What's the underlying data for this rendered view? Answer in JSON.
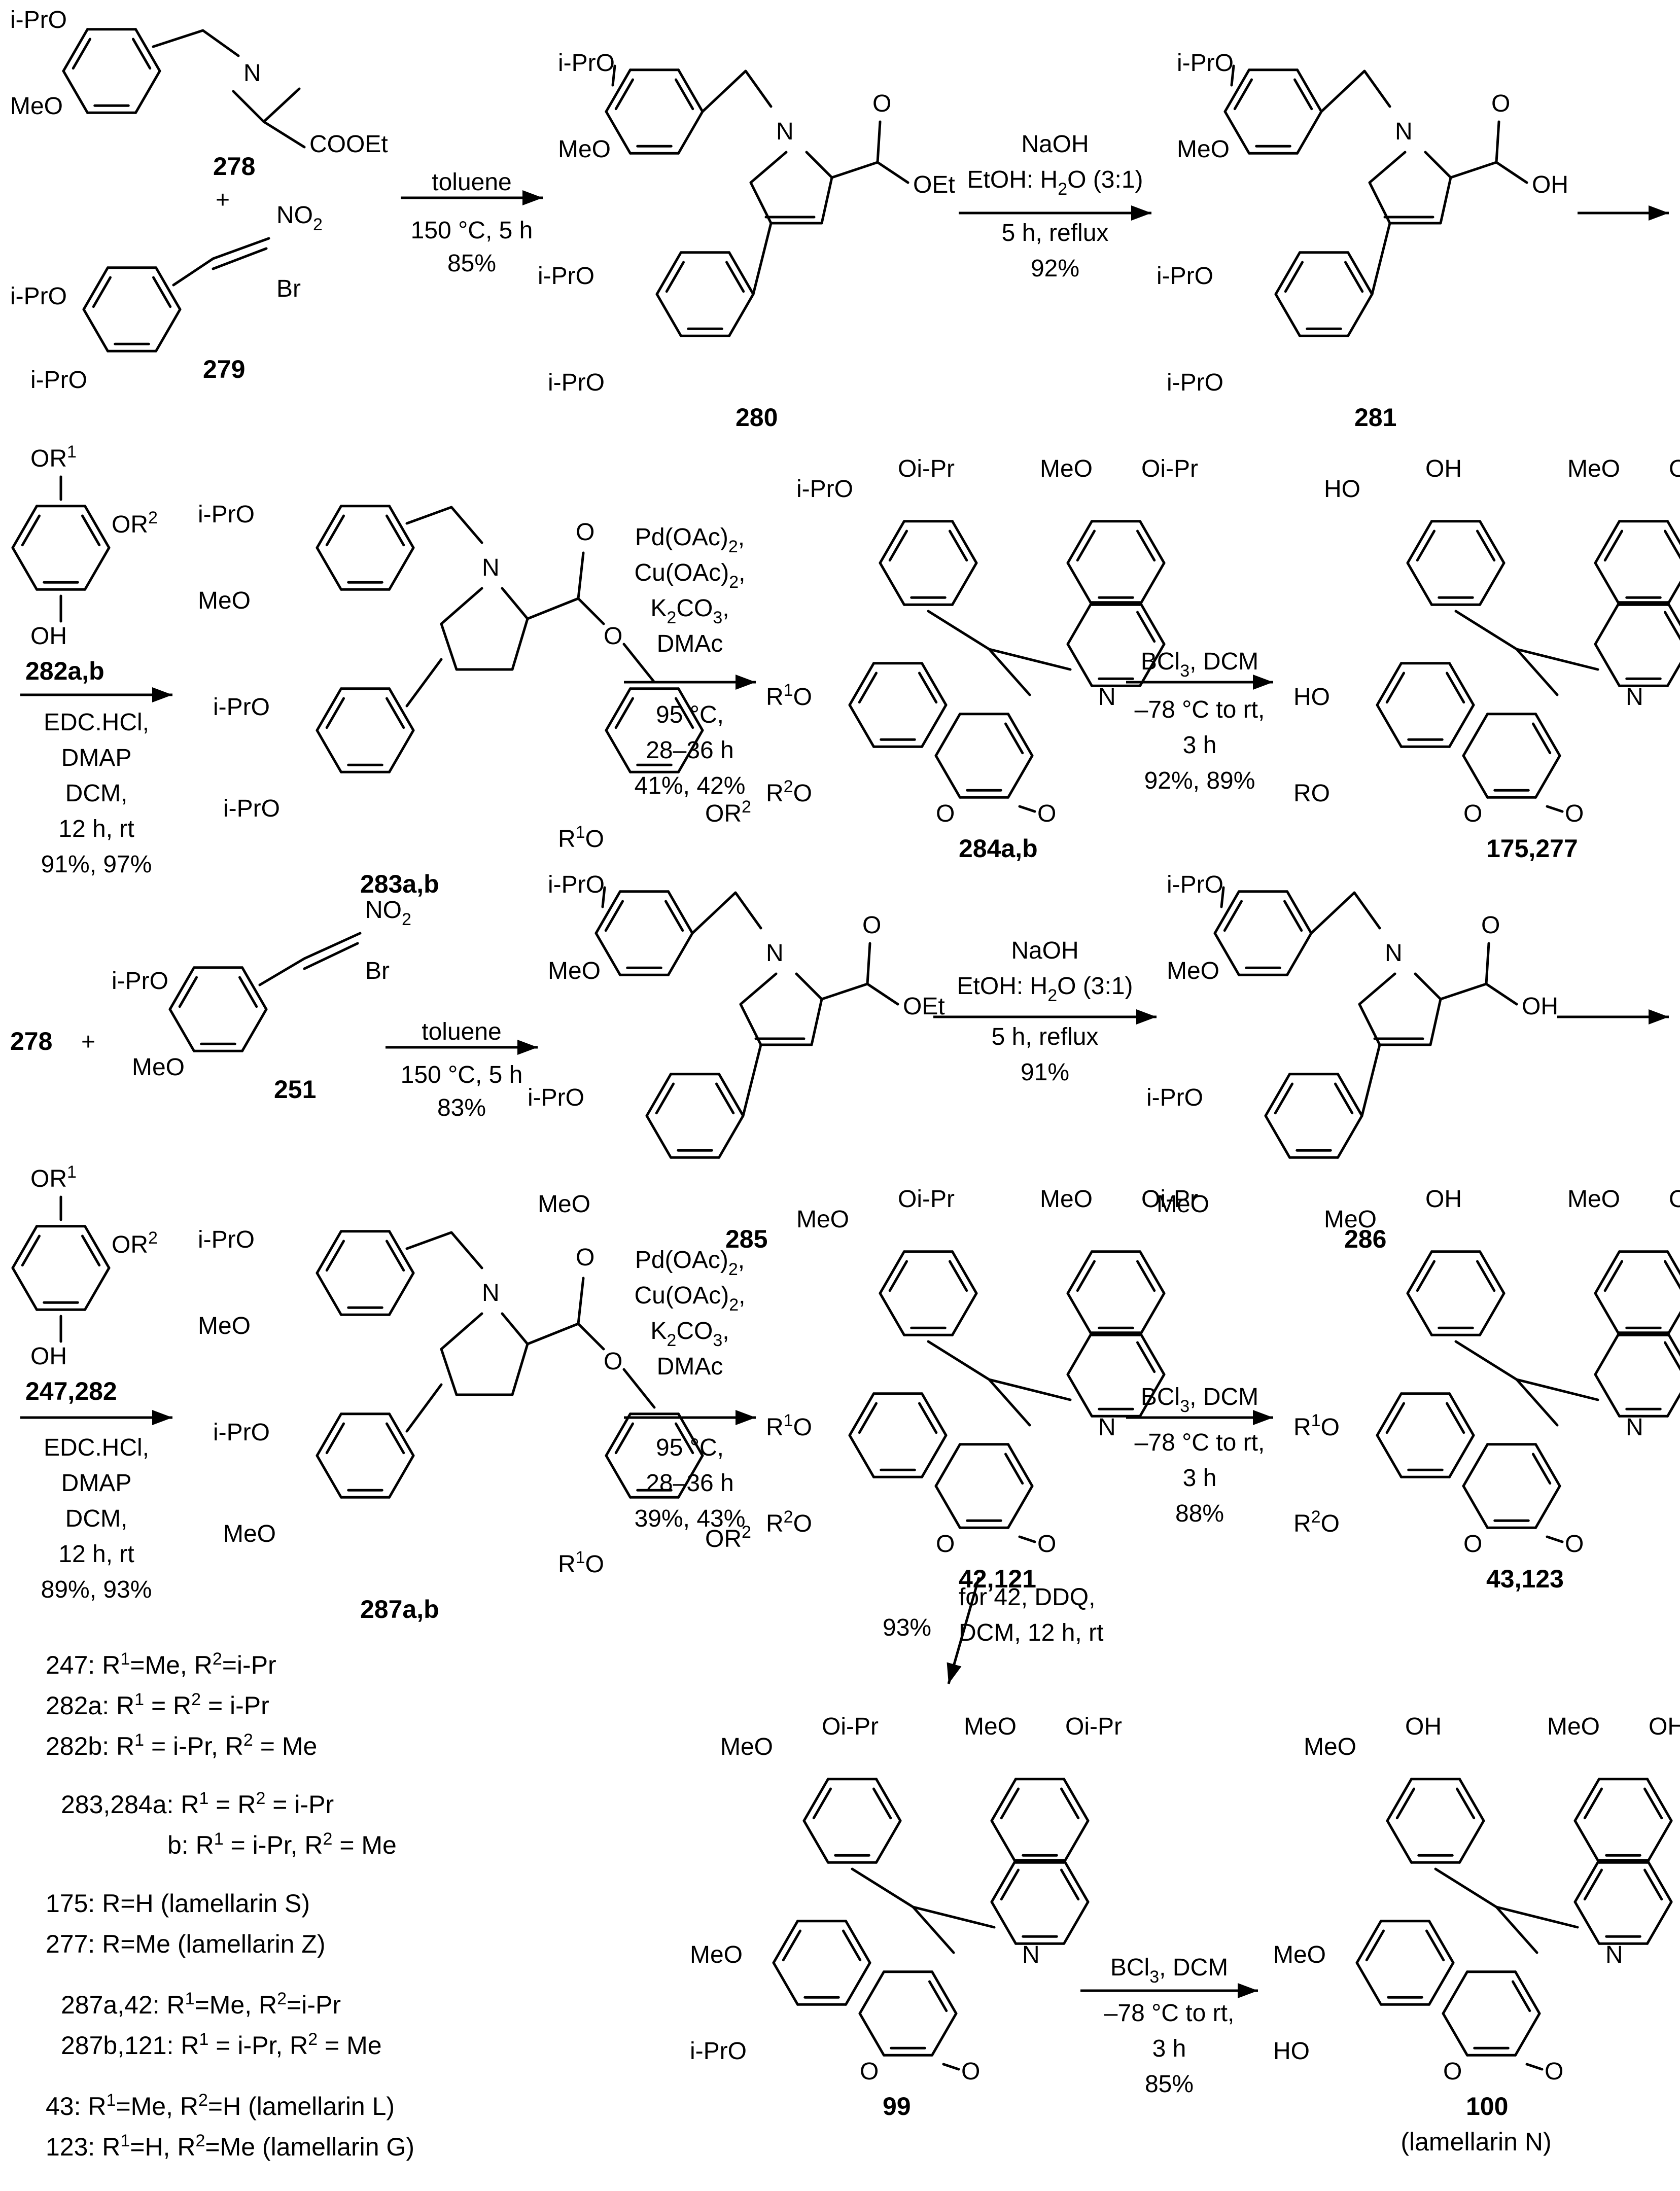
{
  "compounds": {
    "c278": {
      "num": "278",
      "groups": [
        "i-PrO",
        "MeO",
        "N",
        "COOEt"
      ]
    },
    "c279": {
      "num": "279",
      "groups": [
        "NO2",
        "Br",
        "i-PrO",
        "i-PrO"
      ]
    },
    "c280": {
      "num": "280",
      "groups": [
        "i-PrO",
        "MeO",
        "N",
        "OEt",
        "O",
        "i-PrO",
        "i-PrO"
      ]
    },
    "c281": {
      "num": "281",
      "groups": [
        "i-PrO",
        "MeO",
        "N",
        "OH",
        "O",
        "i-PrO",
        "i-PrO"
      ]
    },
    "c282": {
      "num": "282a,b",
      "groups": [
        "OR1",
        "OR2",
        "OH"
      ]
    },
    "c283": {
      "num": "283a,b",
      "groups": [
        "i-PrO",
        "MeO",
        "N",
        "O",
        "O",
        "i-PrO",
        "i-PrO",
        "R1O",
        "OR2"
      ]
    },
    "c284": {
      "num": "284a,b",
      "groups": [
        "i-PrO",
        "Oi-Pr",
        "MeO",
        "Oi-Pr",
        "N",
        "R1O",
        "R2O",
        "O",
        "O"
      ]
    },
    "c175": {
      "num": "175,277",
      "groups": [
        "HO",
        "OH",
        "MeO",
        "OH",
        "N",
        "HO",
        "RO",
        "O",
        "O"
      ]
    },
    "c251": {
      "num": "251",
      "groups": [
        "NO2",
        "Br",
        "i-PrO",
        "MeO"
      ]
    },
    "c278b": {
      "num": "278",
      "plus": "+"
    },
    "c285": {
      "num": "285",
      "groups": [
        "i-PrO",
        "MeO",
        "N",
        "OEt",
        "O",
        "i-PrO",
        "MeO"
      ]
    },
    "c286": {
      "num": "286",
      "groups": [
        "i-PrO",
        "MeO",
        "N",
        "OH",
        "O",
        "i-PrO",
        "MeO"
      ]
    },
    "c247": {
      "num": "247,282",
      "groups": [
        "OR1",
        "OR2",
        "OH"
      ]
    },
    "c287": {
      "num": "287a,b",
      "groups": [
        "i-PrO",
        "MeO",
        "N",
        "O",
        "O",
        "i-PrO",
        "MeO",
        "R1O",
        "OR2"
      ]
    },
    "c42": {
      "num": "42,121",
      "groups": [
        "MeO",
        "Oi-Pr",
        "MeO",
        "Oi-Pr",
        "N",
        "R1O",
        "R2O",
        "O",
        "O"
      ]
    },
    "c43": {
      "num": "43,123",
      "groups": [
        "MeO",
        "OH",
        "MeO",
        "OH",
        "N",
        "R1O",
        "R2O",
        "O",
        "O"
      ]
    },
    "c99": {
      "num": "99",
      "groups": [
        "MeO",
        "Oi-Pr",
        "MeO",
        "Oi-Pr",
        "N",
        "MeO",
        "i-PrO",
        "O",
        "O"
      ]
    },
    "c100": {
      "num": "100",
      "name": "(lamellarin N)",
      "groups": [
        "MeO",
        "OH",
        "MeO",
        "OH",
        "N",
        "MeO",
        "HO",
        "O",
        "O"
      ]
    }
  },
  "plus": "+",
  "conditions": {
    "a1": [
      "toluene",
      "150 °C, 5 h",
      "85%"
    ],
    "a2": [
      "NaOH",
      "EtOH: H2O (3:1)",
      "5 h, reflux",
      "92%"
    ],
    "a4": [
      "EDC.HCl,",
      "DMAP",
      "DCM,",
      "12 h, rt",
      "91%, 97%"
    ],
    "a5": [
      "Pd(OAc)2,",
      "Cu(OAc)2,",
      "K2CO3,",
      "DMAc",
      "95 °C,",
      "28–36 h",
      "41%, 42%"
    ],
    "a6": [
      "BCl3, DCM",
      "–78 °C to rt,",
      "3 h",
      "92%, 89%"
    ],
    "b1": [
      "toluene",
      "150 °C, 5 h",
      "83%"
    ],
    "b2": [
      "NaOH",
      "EtOH: H2O (3:1)",
      "5 h, reflux",
      "91%"
    ],
    "b4": [
      "EDC.HCl,",
      "DMAP",
      "DCM,",
      "12 h, rt",
      "89%, 93%"
    ],
    "b5": [
      "Pd(OAc)2,",
      "Cu(OAc)2,",
      "K2CO3,",
      "DMAc",
      "95 °C,",
      "28–36 h",
      "39%, 43%"
    ],
    "b6": [
      "BCl3, DCM",
      "–78 °C to rt,",
      "3 h",
      "88%"
    ],
    "c1": [
      "93%",
      "for 42, DDQ,",
      "DCM, 12 h, rt"
    ],
    "c2": [
      "BCl3, DCM",
      "–78 °C to rt,",
      "3 h",
      "85%"
    ]
  },
  "legend": [
    "247: R1=Me, R2=i-Pr",
    "282a: R1 = R2 = i-Pr",
    "282b: R1 = i-Pr, R2 = Me",
    "283,284a: R1 = R2 = i-Pr",
    "b: R1 = i-Pr, R2 = Me",
    "175: R=H (lamellarin S)",
    "277: R=Me (lamellarin Z)",
    "287a,42: R1=Me, R2=i-Pr",
    "287b,121: R1 = i-Pr, R2 = Me",
    "43: R1=Me, R2=H (lamellarin L)",
    "123: R1=H, R2=Me (lamellarin G)"
  ]
}
